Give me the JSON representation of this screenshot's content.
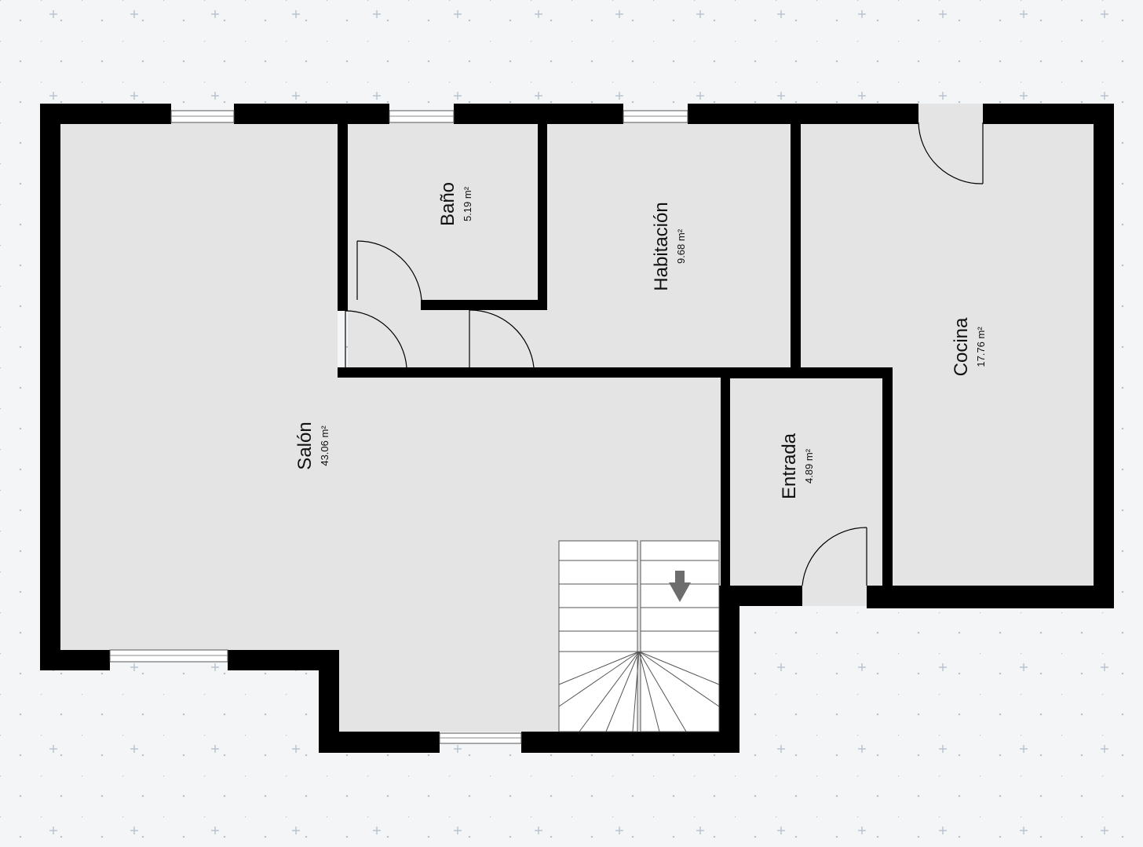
{
  "colors": {
    "background": "#f4f5f7",
    "grid_dot": "#b9c3d3",
    "floor": "#e4e4e4",
    "wall": "#000000",
    "window_glass": "#ffffff",
    "stair_fill": "#ffffff",
    "arrow": "#6d6d6d"
  },
  "rooms": [
    {
      "name": "Baño",
      "area": "5.19 m²"
    },
    {
      "name": "Habitación",
      "area": "9.68 m²"
    },
    {
      "name": "Cocina",
      "area": "17.76 m²"
    },
    {
      "name": "Salón",
      "area": "43.06 m²"
    },
    {
      "name": "Entrada",
      "area": "4.89 m²"
    }
  ],
  "icons": {
    "stairs": "staircase-icon",
    "direction": "arrow-down-icon"
  }
}
